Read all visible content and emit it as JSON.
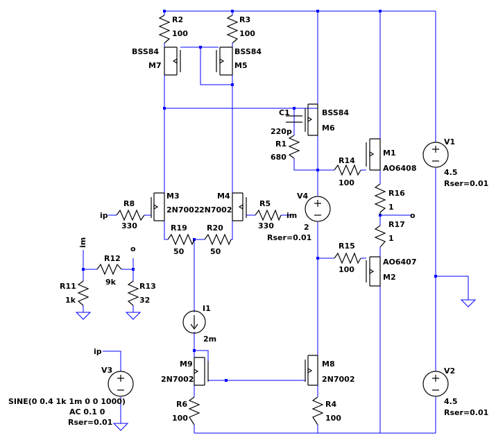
{
  "schematic": {
    "components": {
      "R2": {
        "name": "R2",
        "value": "100"
      },
      "R3": {
        "name": "R3",
        "value": "100"
      },
      "M7": {
        "name": "M7",
        "model": "BSS84"
      },
      "M5": {
        "name": "M5",
        "model": "BSS84"
      },
      "C1": {
        "name": "C1",
        "value": "220p"
      },
      "M6": {
        "name": "M6",
        "model": "BSS84"
      },
      "R1": {
        "name": "R1",
        "value": "680"
      },
      "M1": {
        "name": "M1",
        "model": "AO6408"
      },
      "R14": {
        "name": "R14",
        "value": "100"
      },
      "V1": {
        "name": "V1",
        "value": "4.5",
        "rser": "Rser=0.01"
      },
      "V4": {
        "name": "V4",
        "value": "2",
        "rser": "Rser=0.01"
      },
      "R16": {
        "name": "R16",
        "value": "1"
      },
      "R17": {
        "name": "R17",
        "value": "1"
      },
      "M3": {
        "name": "M3",
        "model": "2N7002"
      },
      "M4": {
        "name": "M4",
        "model": "2N7002"
      },
      "R8": {
        "name": "R8",
        "value": "330"
      },
      "R5": {
        "name": "R5",
        "value": "330"
      },
      "R19": {
        "name": "R19",
        "value": "50"
      },
      "R20": {
        "name": "R20",
        "value": "50"
      },
      "R15": {
        "name": "R15",
        "value": "100"
      },
      "M2": {
        "name": "M2",
        "model": "AO6407"
      },
      "R12": {
        "name": "R12",
        "value": "9k"
      },
      "R11": {
        "name": "R11",
        "value": "1k"
      },
      "R13": {
        "name": "R13",
        "value": "32"
      },
      "I1": {
        "name": "I1",
        "value": "2m"
      },
      "M9": {
        "name": "M9",
        "model": "2N7002"
      },
      "M8": {
        "name": "M8",
        "model": "2N7002"
      },
      "R6": {
        "name": "R6",
        "value": "100"
      },
      "R4": {
        "name": "R4",
        "value": "100"
      },
      "V2": {
        "name": "V2",
        "value": "4.5",
        "rser": "Rser=0.01"
      },
      "V3": {
        "name": "V3",
        "sine": "SINE(0 0.4 1k 1m 0 0 1000)",
        "ac": "AC 0.1 0",
        "rser": "Rser=0.01"
      }
    },
    "nets": {
      "ip": "ip",
      "im": "im",
      "o": "o"
    }
  }
}
